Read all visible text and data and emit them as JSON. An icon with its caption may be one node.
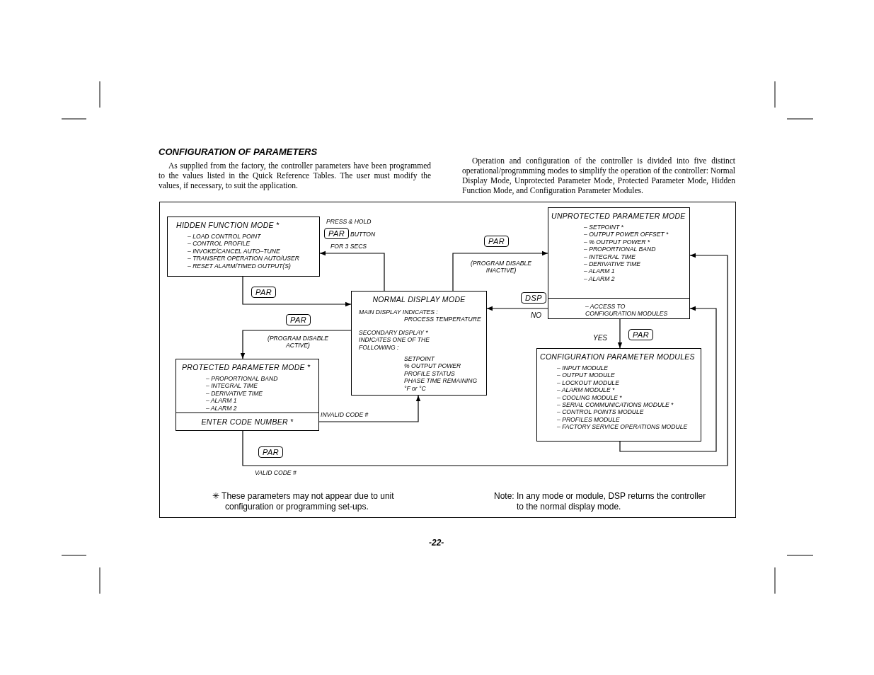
{
  "diagram": {
    "title": "CONFIGURATION OF PARAMETERS",
    "nodes": [
      {
        "text": [
          "HIDDEN FUNCTION MODE *",
          "– LOAD CONTROL POINT",
          "– CONTROL PROFILE",
          "– INVOKE/CANCEL AUTO–TUNE",
          "– TRANSFER OPERATION AUTO/USER",
          "– RESET ALARM/TIMED OUTPUT(S)"
        ]
      },
      {
        "text": [
          "NORMAL DISPLAY MODE",
          "MAIN DISPLAY INDICATES :",
          "PROCESS TEMPERATURE",
          "SECONDARY DISPLAY * INDICATES ONE OF THE FOLLOWING :",
          "SETPOINT",
          "% OUTPUT POWER",
          "PROFILE STATUS",
          "PHASE TIME REMAINING",
          "°F or °C"
        ]
      },
      {
        "text": [
          "UNPROTECTED PARAMETER MODE",
          "– SETPOINT *",
          "– OUTPUT POWER OFFSET *",
          "– % OUTPUT POWER *",
          "– PROPORTIONAL BAND",
          "– INTEGRAL TIME",
          "– DERIVATIVE TIME",
          "– ALARM 1",
          "– ALARM 2"
        ]
      },
      {
        "text": [
          "– ACCESS TO CONFIGURATION MODULES"
        ]
      },
      {
        "text": [
          "PROTECTED PARAMETER MODE *",
          "– PROPORTIONAL BAND",
          "– INTEGRAL TIME",
          "– DERIVATIVE TIME",
          "– ALARM 1",
          "– ALARM 2"
        ]
      },
      {
        "text": [
          "ENTER CODE NUMBER *"
        ]
      },
      {
        "text": [
          "CONFIGURATION PARAMETER MODULES",
          "– INPUT MODULE",
          "– OUTPUT MODULE",
          "– LOCKOUT MODULE",
          "– ALARM MODULE *",
          "– COOLING MODULE *",
          "– SERIAL COMMUNICATIONS MODULE *",
          "– CONTROL POINTS MODULE",
          "– PROFILES MODULE",
          "– FACTORY SERVICE OPERATIONS MODULE"
        ]
      }
    ],
    "edges": [
      {
        "from": 1,
        "to": 0,
        "arrow": "to",
        "label": "PAR"
      },
      {
        "from": 0,
        "to": 1,
        "arrow": "to",
        "label": "PAR"
      },
      {
        "from": 1,
        "to": 4,
        "arrow": "to",
        "label": "PAR"
      },
      {
        "from": 1,
        "to": 2,
        "arrow": "to",
        "label": "PAR"
      },
      {
        "from": 3,
        "to": 1,
        "arrow": "to",
        "label": "DSP"
      },
      {
        "from": 3,
        "to": 6,
        "arrow": "to",
        "label": "PAR"
      },
      {
        "from": 5,
        "to": 1,
        "arrow": "to",
        "label": "INVALID CODE #"
      },
      {
        "from": 5,
        "to": 2,
        "arrow": "to",
        "label": "PAR"
      },
      {
        "from": 6,
        "to": 3,
        "arrow": "to"
      }
    ],
    "labels": [
      "As supplied from the factory, the controller parameters have been programmed to the values listed in the Quick Reference Tables. The user must modify the values, if necessary, to suit the application.",
      "Operation and configuration of the controller is divided into five distinct operational/programming modes to simplify the operation of the controller: Normal Display Mode, Unprotected Parameter Mode, Protected Parameter Mode, Hidden Function Mode, and Configuration Parameter Modules.",
      "PRESS & HOLD",
      "BUTTON",
      "FOR 3 SECS",
      "(PROGRAM DISABLE INACTIVE)",
      "NO",
      "(PROGRAM DISABLE ACTIVE)",
      "YES",
      "VALID CODE #",
      "✳ These parameters may not appear due to unit configuration or programming set-ups.",
      "Note: In any mode or module, DSP returns the controller to the normal display mode.",
      "-22-"
    ]
  }
}
